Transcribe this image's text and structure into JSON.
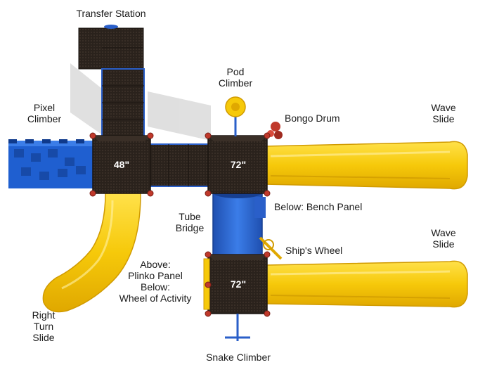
{
  "labels": {
    "transfer_station": "Transfer Station",
    "pod_climber": [
      "Pod",
      "Climber"
    ],
    "bongo_drum": "Bongo Drum",
    "wave_slide_top": [
      "Wave",
      "Slide"
    ],
    "pixel_climber": [
      "Pixel",
      "Climber"
    ],
    "tube_bridge": [
      "Tube",
      "Bridge"
    ],
    "below_bench": "Below: Bench Panel",
    "wave_slide_bottom": [
      "Wave",
      "Slide"
    ],
    "ships_wheel": "Ship's Wheel",
    "above_below_panel": [
      "Above:",
      "Plinko Panel",
      "Below:",
      "Wheel of Activity"
    ],
    "right_turn_slide": [
      "Right",
      "Turn",
      "Slide"
    ],
    "snake_climber": "Snake Climber"
  },
  "decks": {
    "left": "48\"",
    "right": "72\"",
    "lower": "72\""
  },
  "colors": {
    "deck": "#2a221c",
    "deck_dark": "#1a1410",
    "steel_blue": "#2a5fc9",
    "slide_yellow": "#f6c90a",
    "slide_shade": "#e0a800",
    "pixel_blue": "#1f5fd0",
    "clamp_red": "#c0392b"
  }
}
